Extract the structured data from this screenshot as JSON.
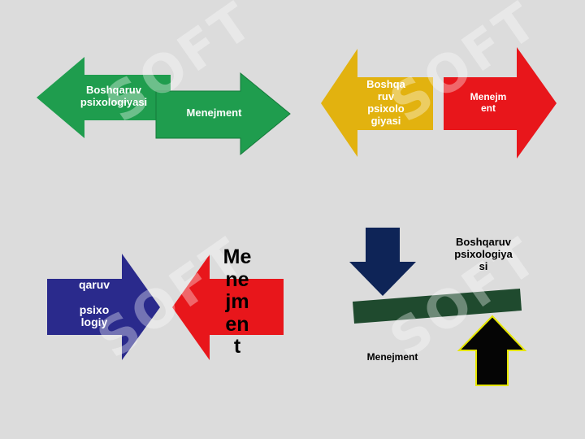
{
  "colors": {
    "background": "#dcdcdc",
    "green": "#1f9d4e",
    "yellow": "#e2b20f",
    "red": "#e8161b",
    "navy": "#2a2a8c",
    "dark_navy": "#0e2457",
    "dark_green": "#1f4a2e",
    "black": "#050505",
    "yellow_outline": "#e6e600"
  },
  "panel1": {
    "left_label": "Boshqaruv\npsixologiyasi",
    "right_label": "Menejment"
  },
  "panel2": {
    "left_label": "Boshqa\nruv\npsixolo\ngiyasi",
    "right_label": "Menejm\nent"
  },
  "panel3": {
    "left_label": "qaruv\n\npsixo\nlogiy",
    "right_label": "Me\nne\njm\nen\nt"
  },
  "panel4": {
    "top_label": "Boshqaruv\npsixologiya\nsi",
    "bottom_label": "Menejment"
  },
  "watermark": {
    "text": "SOFT"
  }
}
